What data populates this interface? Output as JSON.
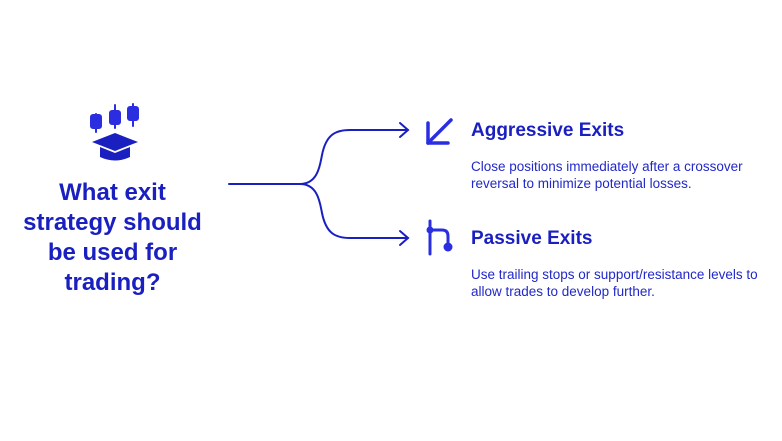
{
  "question": "What exit strategy should be used for trading?",
  "options": [
    {
      "title": "Aggressive Exits",
      "description": "Close positions immediately after a crossover reversal to minimize potential losses.",
      "icon": "arrow-down-left-icon"
    },
    {
      "title": "Passive Exits",
      "description": "Use trailing stops or support/resistance levels to allow trades to develop further.",
      "icon": "git-branch-icon"
    }
  ],
  "colors": {
    "primary": "#1a1fc0",
    "accent": "#2a2ee0"
  }
}
